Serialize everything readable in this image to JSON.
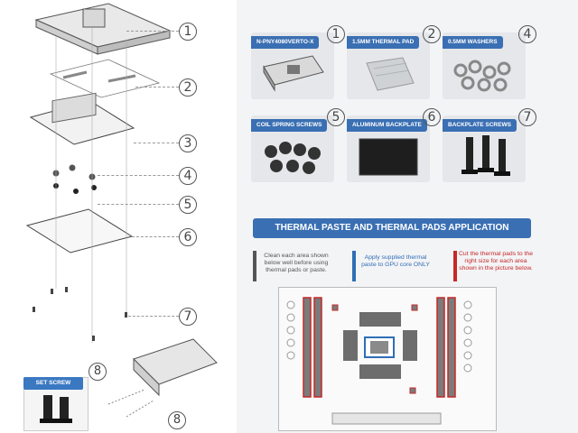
{
  "callouts": [
    "1",
    "2",
    "3",
    "4",
    "5",
    "6",
    "7",
    "8"
  ],
  "set_screw_label": "SET SCREW",
  "cards": [
    {
      "label": "N-PNY4080VERTO-X",
      "number": "1",
      "icon": "gpu-waterblock-icon"
    },
    {
      "label": "1.5MM THERMAL PAD",
      "number": "2",
      "icon": "thermal-pad-icon"
    },
    {
      "label": "0.5MM WASHERS",
      "number": "4",
      "icon": "washers-icon"
    },
    {
      "label": "COIL SPRING SCREWS",
      "number": "5",
      "icon": "spring-screws-icon"
    },
    {
      "label": "ALUMINUM BACKPLATE",
      "number": "6",
      "icon": "backplate-icon"
    },
    {
      "label": "BACKPLATE SCREWS",
      "number": "7",
      "icon": "backplate-screws-icon"
    }
  ],
  "banner": "THERMAL PASTE AND THERMAL PADS APPLICATION",
  "instructions": [
    {
      "text": "Clean each area shown below well before using thermal pads or paste.",
      "color": "#555555"
    },
    {
      "text": "Apply supplied thermal paste to GPU core ONLY",
      "color": "#2f6eb5"
    },
    {
      "text": "Cut the thermal pads to the right size for each area shown in the picture below.",
      "color": "#c62828"
    }
  ],
  "colors": {
    "accent": "#3a6fb3",
    "red": "#c62828"
  }
}
